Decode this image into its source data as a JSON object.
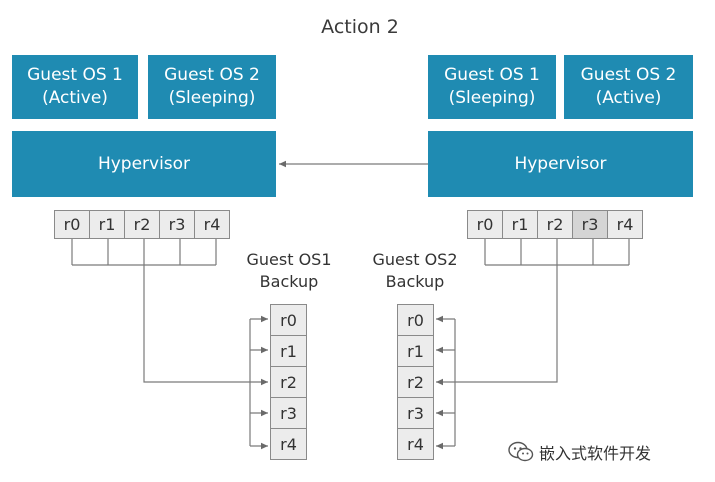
{
  "title": "Action 2",
  "left": {
    "guest1": "Guest OS 1\n(Active)",
    "guest2": "Guest OS 2\n(Sleeping)",
    "hypervisor": "Hypervisor",
    "registers": [
      "r0",
      "r1",
      "r2",
      "r3",
      "r4"
    ]
  },
  "right": {
    "guest1": "Guest OS 1\n(Sleeping)",
    "guest2": "Guest OS 2\n(Active)",
    "hypervisor": "Hypervisor",
    "registers": [
      "r0",
      "r1",
      "r2",
      "r3",
      "r4"
    ]
  },
  "backup1": {
    "label": "Guest OS1\nBackup",
    "registers": [
      "r0",
      "r1",
      "r2",
      "r3",
      "r4"
    ]
  },
  "backup2": {
    "label": "Guest OS2\nBackup",
    "registers": [
      "r0",
      "r1",
      "r2",
      "r3",
      "r4"
    ]
  },
  "watermark": {
    "text": "嵌入式软件开发",
    "icon": "wechat-icon"
  },
  "colors": {
    "box_blue": "#1f8bb2",
    "cell_fill": "#ececec",
    "line": "#7a7a7a"
  }
}
